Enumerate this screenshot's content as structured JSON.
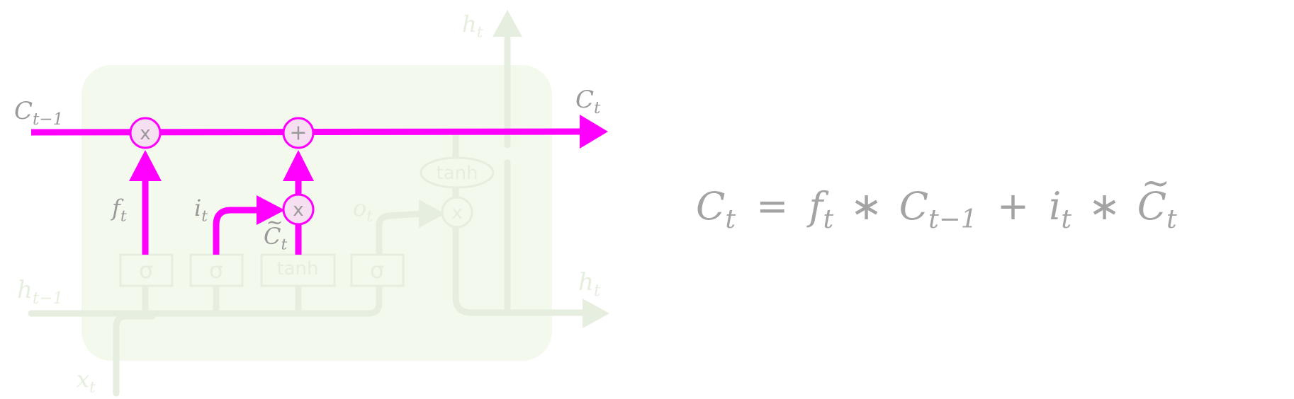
{
  "diagram": {
    "labels": {
      "h_top": {
        "main": "h",
        "sub": "t"
      },
      "c_in": {
        "main": "C",
        "sub": "t−1"
      },
      "c_out": {
        "main": "C",
        "sub": "t"
      },
      "h_in": {
        "main": "h",
        "sub": "t−1"
      },
      "h_out": {
        "main": "h",
        "sub": "t"
      },
      "x_in": {
        "main": "x",
        "sub": "t"
      },
      "f_gate": {
        "main": "f",
        "sub": "t"
      },
      "i_gate": {
        "main": "i",
        "sub": "t"
      },
      "o_gate": {
        "main": "o",
        "sub": "t"
      },
      "c_tilde": {
        "main": "C",
        "sub": "t",
        "accent": "~"
      }
    },
    "ops": {
      "forget_mul": "x",
      "input_add": "+",
      "input_mul": "x",
      "output_mul": "x",
      "output_tanh": "tanh"
    },
    "layers": {
      "sigma_1": "σ",
      "sigma_2": "σ",
      "tanh": "tanh",
      "sigma_3": "σ"
    },
    "colors": {
      "highlight": "#ff00ff",
      "cell_bg": "#f3f9ec",
      "faded": "#e6eedf",
      "text_dark": "#999999",
      "node_fill": "#f5dff0"
    }
  },
  "equation": {
    "lhs": {
      "main": "C",
      "sub": "t"
    },
    "eq": "=",
    "t1": {
      "main": "f",
      "sub": "t"
    },
    "mul1": "∗",
    "t2": {
      "main": "C",
      "sub": "t−1"
    },
    "plus": "+",
    "t3": {
      "main": "i",
      "sub": "t"
    },
    "mul2": "∗",
    "t4": {
      "main": "C",
      "sub": "t",
      "accent": "~"
    }
  }
}
